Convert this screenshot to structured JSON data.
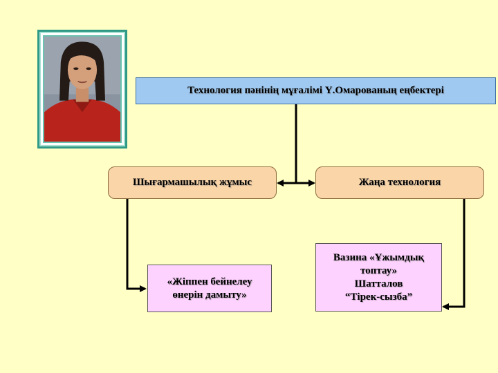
{
  "title_box": "Технология пәнінің мұғалімі Ү.Омарованың еңбектері",
  "left_box": "Шығармашылық жұмыс",
  "right_box": "Жаңа технология",
  "left_child": {
    "line1": "«Жіппен бейнелеу",
    "line2": "өнерін дамыту»"
  },
  "right_child": {
    "line1": "Вазина «Ұжымдық",
    "line2": "топтау»",
    "line3": "Шатталов",
    "line4": "“Тірек-сызба”"
  },
  "colors": {
    "background": "#ffffc6",
    "title_fill": "#9fc9f1",
    "branch_fill": "#fad5a8",
    "leaf_fill": "#fed2fe",
    "photo_frame": "#2e9a86"
  },
  "icons": {
    "photo": "teacher-portrait"
  }
}
